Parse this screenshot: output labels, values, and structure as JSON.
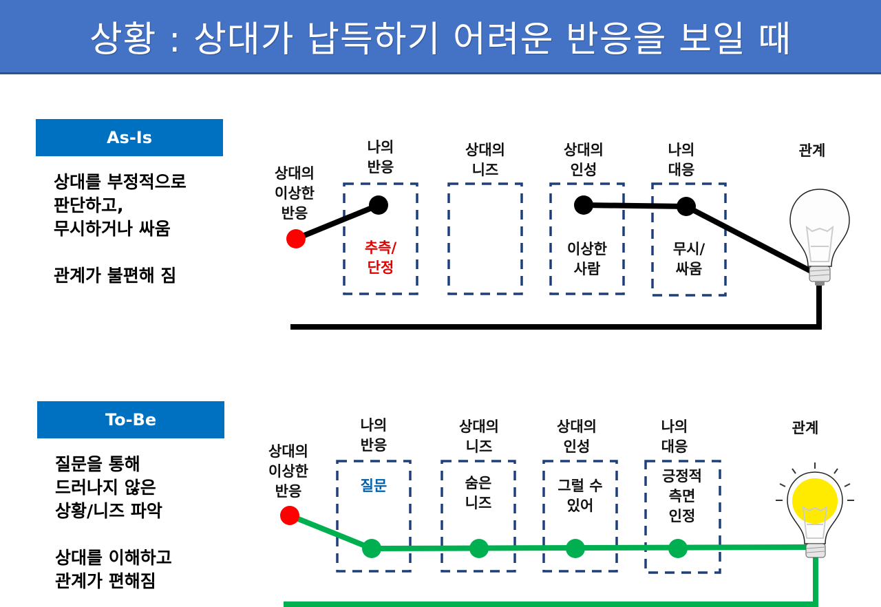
{
  "title": "상황 : 상대가 납득하기 어려운 반응을 보일 때",
  "colors": {
    "title_bg": "#4472c4",
    "label_bg": "#0070c0",
    "dash_box": "#1f3f7a",
    "as_is_line": "#000000",
    "to_be_line": "#00b050",
    "start_node": "#ff0000",
    "as_is_emphasis": "#e00000",
    "to_be_emphasis": "#0063b1",
    "bulb_lit": "#ffeb00"
  },
  "as_is": {
    "label": "As-Is",
    "description": [
      "상대를 부정적으로",
      "판단하고,",
      "무시하거나 싸움",
      "",
      "관계가 불편해 짐"
    ],
    "start_label": [
      "상대의",
      "이상한",
      "반응"
    ],
    "columns": [
      {
        "head": [
          "나의",
          "반응"
        ],
        "content": [
          "추측/",
          "단정"
        ],
        "emphasis": true
      },
      {
        "head": [
          "상대의",
          "니즈"
        ],
        "content": []
      },
      {
        "head": [
          "상대의",
          "인성"
        ],
        "content": [
          "이상한",
          "사람"
        ]
      },
      {
        "head": [
          "나의",
          "대응"
        ],
        "content": [
          "무시/",
          "싸움"
        ]
      }
    ],
    "end_label": "관계",
    "bulb_state": "off"
  },
  "to_be": {
    "label": "To-Be",
    "description": [
      "질문을 통해",
      "드러나지 않은",
      "상황/니즈 파악",
      "",
      "상대를 이해하고",
      "관계가 편해짐"
    ],
    "start_label": [
      "상대의",
      "이상한",
      "반응"
    ],
    "columns": [
      {
        "head": [
          "나의",
          "반응"
        ],
        "content": [
          "질문"
        ],
        "emphasis": true
      },
      {
        "head": [
          "상대의",
          "니즈"
        ],
        "content": [
          "숨은",
          "니즈"
        ]
      },
      {
        "head": [
          "상대의",
          "인성"
        ],
        "content": [
          "그럴 수",
          "있어"
        ]
      },
      {
        "head": [
          "나의",
          "대응"
        ],
        "content": [
          "긍정적",
          "측면",
          "인정"
        ]
      }
    ],
    "end_label": "관계",
    "bulb_state": "on"
  }
}
